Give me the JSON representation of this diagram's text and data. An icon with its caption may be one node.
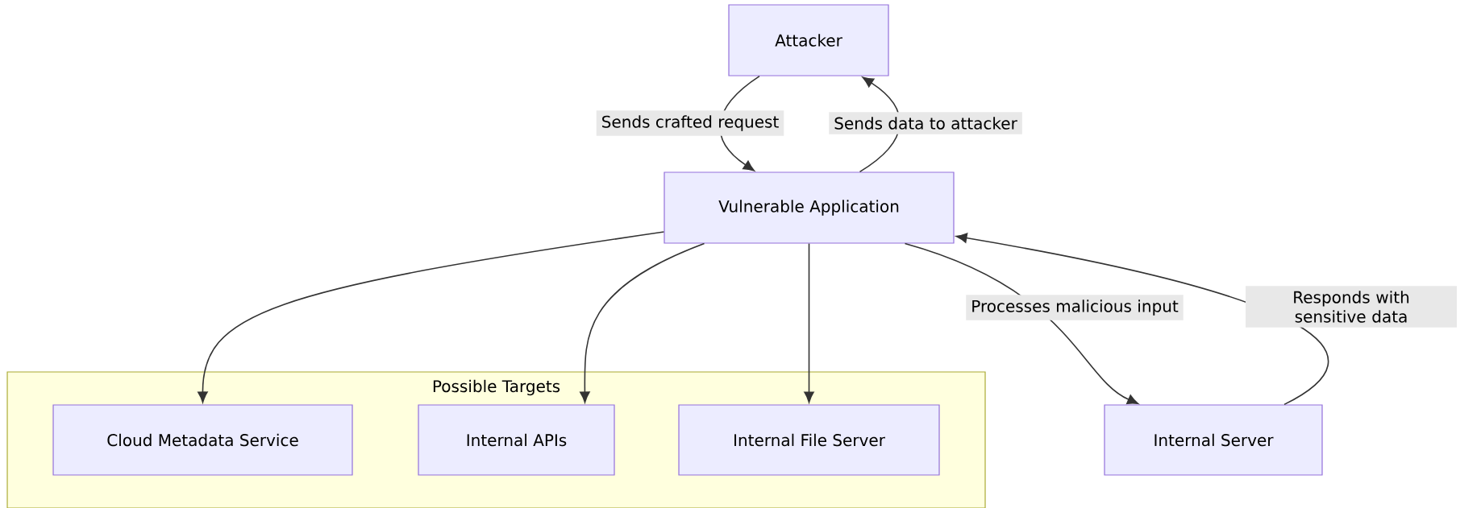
{
  "diagram": {
    "nodes": [
      {
        "text": [
          "Attacker"
        ]
      },
      {
        "text": [
          "Vulnerable Application"
        ]
      },
      {
        "text": [
          "Possible Targets"
        ]
      },
      {
        "text": [
          "Cloud Metadata Service"
        ],
        "in": 2
      },
      {
        "text": [
          "Internal APIs"
        ],
        "in": 2
      },
      {
        "text": [
          "Internal File Server"
        ],
        "in": 2
      },
      {
        "text": [
          "Internal Server"
        ]
      }
    ],
    "edges": [
      {
        "from": 0,
        "to": 1,
        "arrow": "to",
        "label": "Sends crafted request"
      },
      {
        "from": 1,
        "to": 0,
        "arrow": "to",
        "label": "Sends data to attacker"
      },
      {
        "from": 1,
        "to": 3,
        "arrow": "to"
      },
      {
        "from": 1,
        "to": 4,
        "arrow": "to"
      },
      {
        "from": 1,
        "to": 5,
        "arrow": "to"
      },
      {
        "from": 1,
        "to": 6,
        "arrow": "to",
        "label": "Processes malicious input"
      },
      {
        "from": 6,
        "to": 1,
        "arrow": "to",
        "label": "Responds with sensitive data"
      }
    ]
  }
}
